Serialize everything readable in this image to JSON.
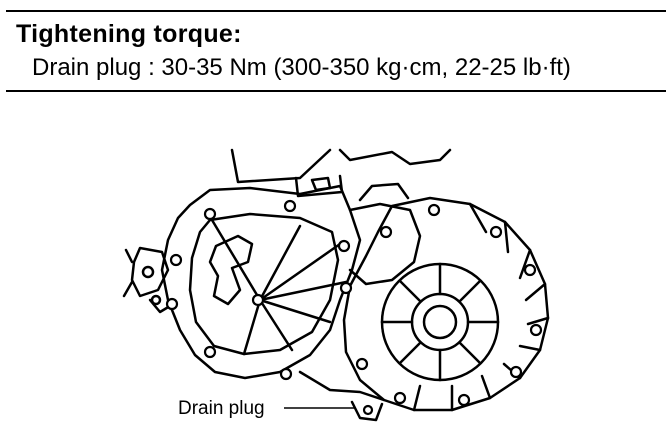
{
  "spec": {
    "heading": "Tightening torque:",
    "line": "Drain plug : 30-35 Nm (300-350 kg·cm, 22-25 lb·ft)"
  },
  "figure": {
    "callout": "Drain plug"
  }
}
